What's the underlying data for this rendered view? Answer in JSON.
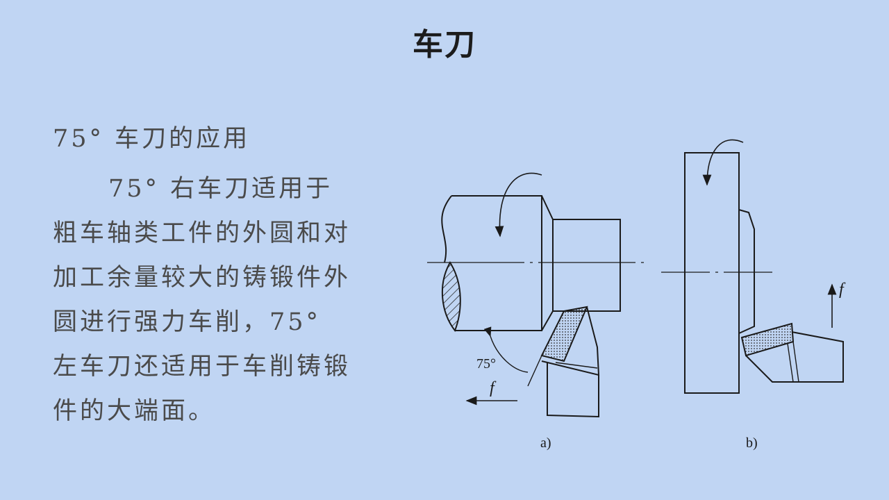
{
  "slide": {
    "title": "车刀"
  },
  "content": {
    "heading": "75° 车刀的应用",
    "body": "75° 右车刀适用于粗车轴类工件的外圆和对加工余量较大的铸锻件外圆进行强力车削，75° 左车刀还适用于车削铸锻件的大端面。"
  },
  "figure": {
    "angle_label": "75°",
    "feed_symbol": "f",
    "caption_a": "a)",
    "caption_b": "b)"
  }
}
